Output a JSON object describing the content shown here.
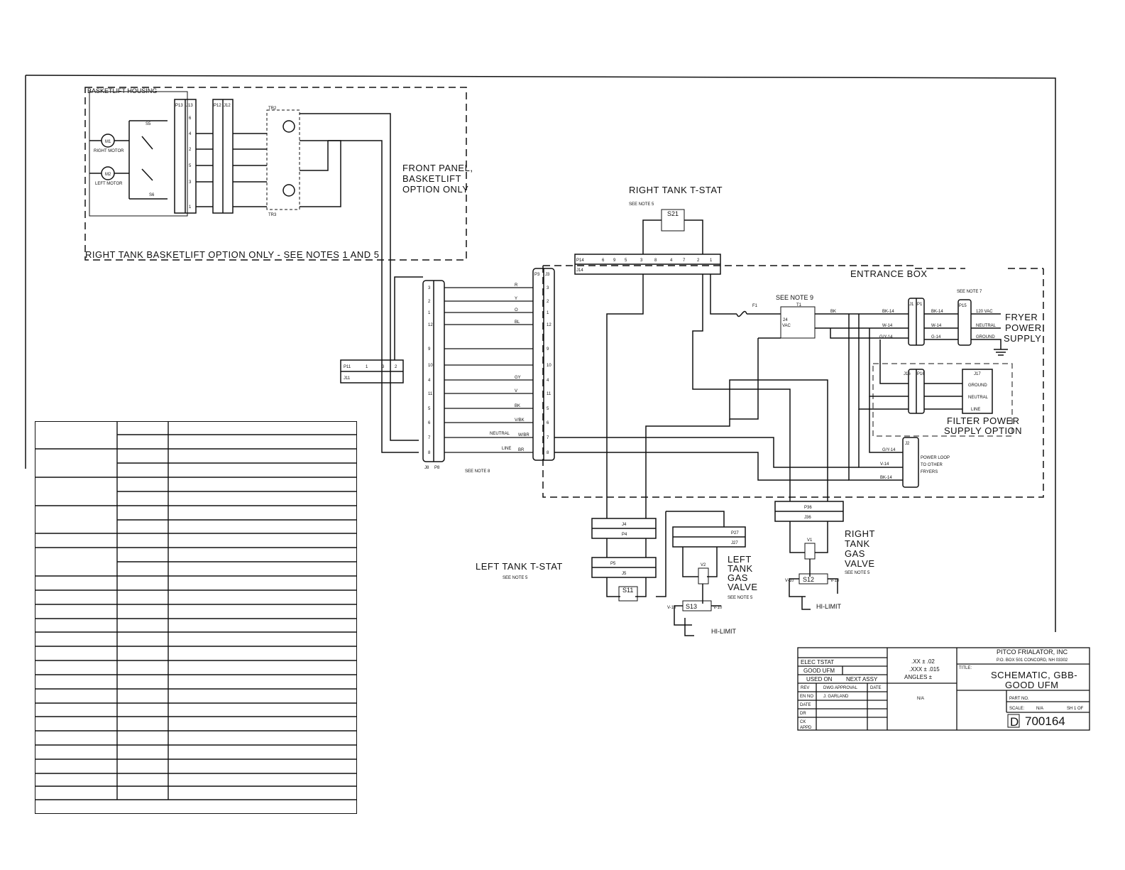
{
  "labels": {
    "basketlift_housing": "BASKETLIFT HOUSING",
    "front_panel": [
      "FRONT PANEL,",
      "BASKETLIFT",
      "OPTION ONLY"
    ],
    "right_tank_basketlift": "RIGHT TANK BASKETLIFT OPTION ONLY - SEE NOTES 1 AND 5",
    "right_tank_tstat": "RIGHT TANK T-STAT",
    "see_note_5": "SEE NOTE 5",
    "see_note_7": "SEE NOTE 7",
    "see_note_8": "SEE NOTE 8",
    "see_note_9": "SEE NOTE 9",
    "entrance_box": "ENTRANCE BOX",
    "fryer_power_supply": [
      "FRYER",
      "POWER",
      "SUPPLY"
    ],
    "filter_power_supply": [
      "FILTER POWER",
      "SUPPLY OPTION"
    ],
    "left_tank_tstat": "LEFT TANK T-STAT",
    "left_tank_gas_valve": [
      "LEFT",
      "TANK",
      "GAS",
      "VALVE"
    ],
    "right_tank_gas_valve": [
      "RIGHT",
      "TANK",
      "GAS",
      "VALVE"
    ],
    "hi_limit": "HI-LIMIT",
    "right_motor": "RIGHT MOTOR",
    "left_motor": "LEFT MOTOR",
    "power_loop": [
      "POWER LOOP",
      "TO OTHER",
      "FRYERS"
    ],
    "neutral": "NEUTRAL",
    "line": "LINE",
    "supply_terms": [
      "120 VAC",
      "NEUTRAL",
      "GROUND"
    ],
    "j17_terms": [
      "GROUND",
      "NEUTRAL",
      "LINE"
    ],
    "vac24": [
      "24",
      "VAC"
    ],
    "fuse": "F1",
    "transformer": "T1"
  },
  "components": {
    "motors": [
      "M1",
      "M2"
    ],
    "switches": [
      "S5",
      "S6",
      "S21",
      "S11"
    ],
    "relays": [
      "TR2",
      "TR3"
    ],
    "hi_limits": [
      "S12",
      "S13"
    ],
    "valves": [
      "V1",
      "V2"
    ]
  },
  "connectors": {
    "p13": "P13",
    "j13": "J13",
    "p12": "P12",
    "j12": "J12",
    "p14": "P14",
    "j14": "J14",
    "p14_pins": [
      "6",
      "9",
      "5",
      "3",
      "8",
      "4",
      "7",
      "2",
      "1"
    ],
    "p3": "P3",
    "j3": "J3",
    "j8": "J8",
    "p8": "P8",
    "pins_left": [
      "3",
      "2",
      "1",
      "12",
      "9",
      "10",
      "4",
      "11",
      "5",
      "6",
      "7",
      "8"
    ],
    "pins_top": [
      "6",
      "4",
      "2",
      "5",
      "3",
      "1"
    ],
    "p11": "P11",
    "j11": "J11",
    "p11_pins": [
      "1",
      "3",
      "2"
    ],
    "j1": "J1",
    "p1": "P1",
    "p15": "P15",
    "j16": "J16",
    "p16": "P16",
    "j17": "J17",
    "j2": "J2",
    "j4": "J4",
    "p4": "P4",
    "p5": "P5",
    "j5": "J5",
    "p27": "P27",
    "j27": "J27",
    "p36": "P36",
    "j36": "J36"
  },
  "wires": {
    "y": "Y",
    "bl": "BL",
    "o": "O",
    "v": "V",
    "r": "R",
    "bk": "BK",
    "gy": "GY",
    "w_br": "W/BR",
    "br": "BR",
    "v_bk": "V/BK",
    "bk14": "BK-14",
    "w14": "W-14",
    "gy14": "G/Y-14",
    "g14": "G-14",
    "v14": "V-14",
    "v10": "V-10"
  },
  "title_block": {
    "company": "PITCO FRIALATOR, INC",
    "address": "P.O. BOX 501  CONCORD, NH  03302",
    "title_label": "TITLE:",
    "title": [
      "SCHEMATIC, GBB-",
      "GOOD UFM"
    ],
    "left_rows": [
      "ELEC TSTAT",
      "GOOD UFM"
    ],
    "used_on": "USED ON",
    "next_assy": "NEXT ASSY",
    "rev": "REV",
    "dwg_approval": "DWG APPROVAL",
    "date_hdr": "DATE",
    "drawn_by": "J. GARLAND",
    "side_rows": [
      "EN NO",
      "DATE",
      "DR",
      "CK",
      "APPD"
    ],
    "tolerances": [
      ".XX ± .02",
      ".XXX ± .015",
      "ANGLES ±"
    ],
    "na": "N/A",
    "part_no": "PART NO.",
    "scale_label": "SCALE:",
    "scale": "N/A",
    "sheet": "SH 1 OF",
    "size": "D",
    "drawing_number": "700164"
  }
}
